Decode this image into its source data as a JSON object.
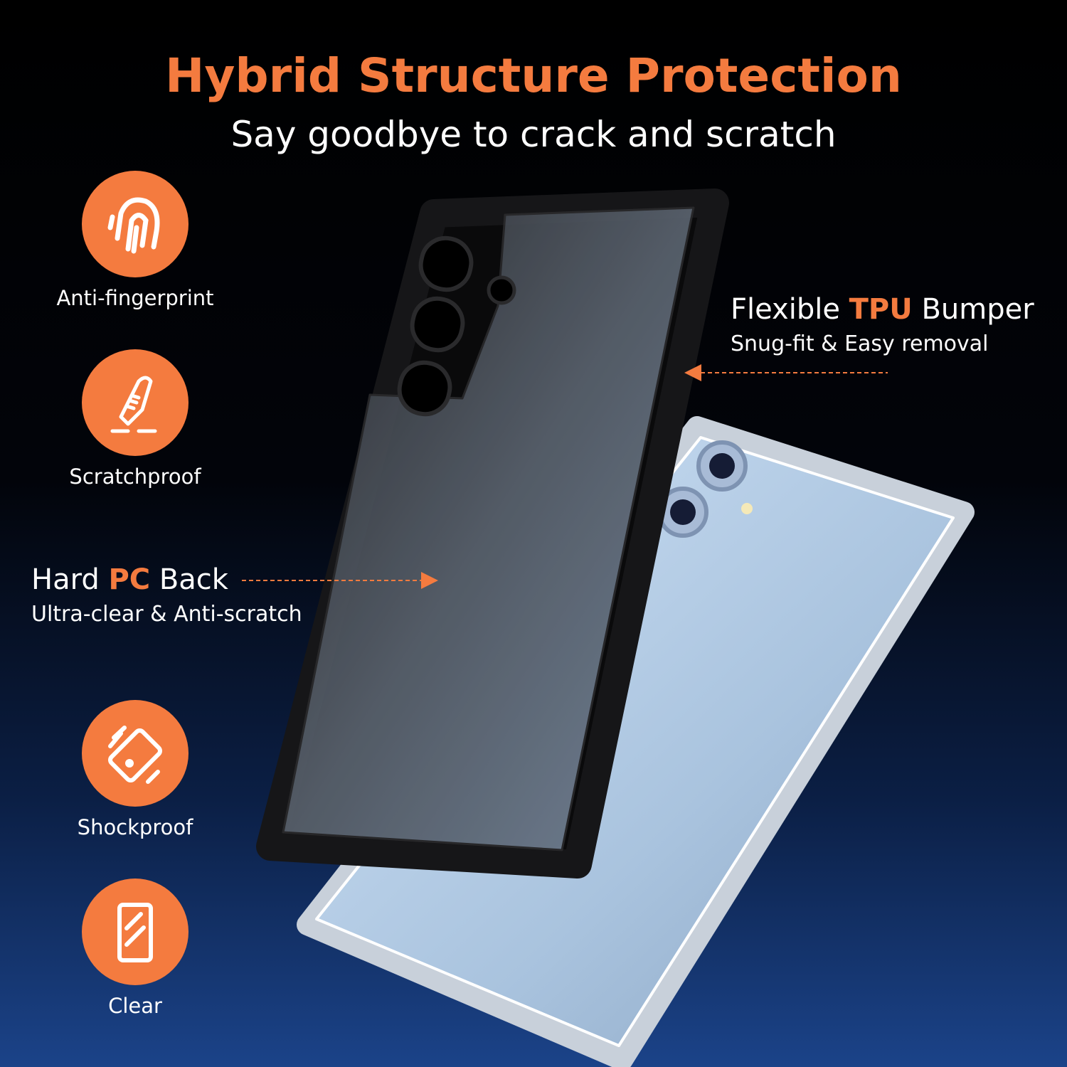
{
  "header": {
    "title": "Hybrid Structure Protection",
    "subtitle": "Say goodbye to crack and scratch"
  },
  "features": [
    {
      "label": "Anti-fingerprint",
      "icon": "fingerprint-icon"
    },
    {
      "label": "Scratchproof",
      "icon": "utility-knife-icon"
    },
    {
      "label": "Shockproof",
      "icon": "shockproof-phone-icon"
    },
    {
      "label": "Clear",
      "icon": "clear-phone-icon"
    }
  ],
  "callouts": {
    "bumper": {
      "pre": "Flexible ",
      "accent": "TPU",
      "post": " Bumper",
      "sub": "Snug-fit & Easy removal"
    },
    "back": {
      "pre": "Hard ",
      "accent": "PC",
      "post": " Back",
      "sub": "Ultra-clear & Anti-scratch"
    }
  },
  "colors": {
    "accent": "#f47b3f",
    "background_top": "#000000",
    "background_bottom": "#1b4389"
  }
}
